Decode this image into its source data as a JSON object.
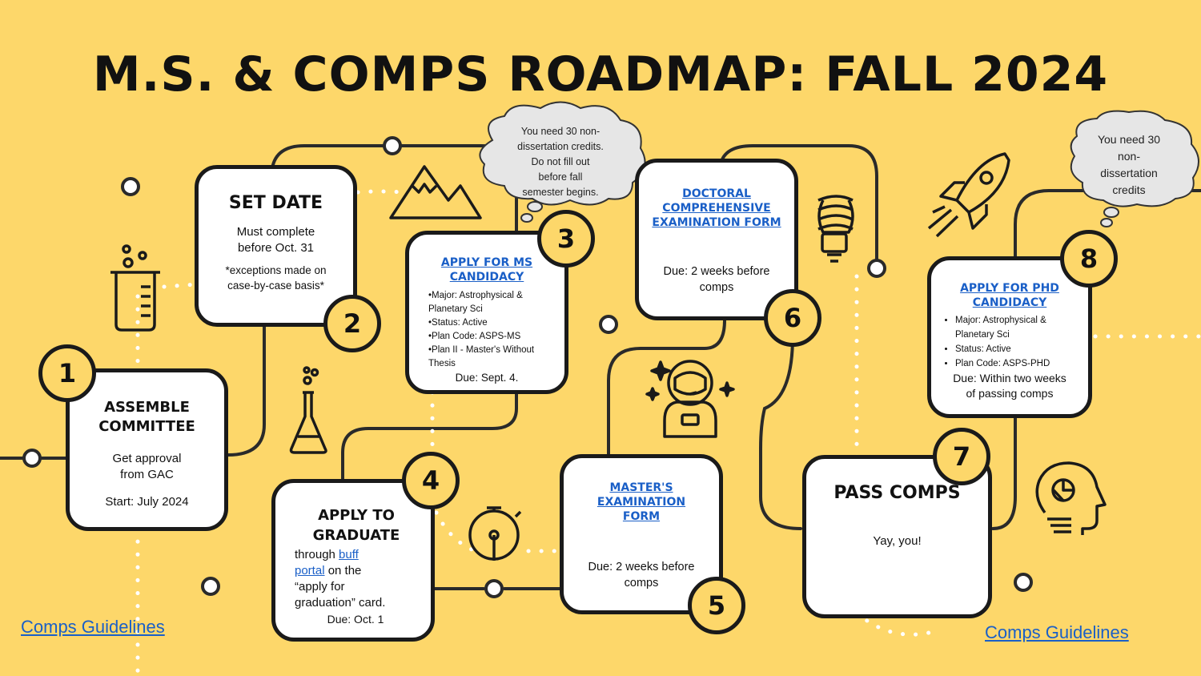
{
  "title": "M.S. & COMPS ROADMAP: FALL 2024",
  "colors": {
    "background": "#FDD76A",
    "link": "#1a5fc7",
    "line": "#2a2a2a"
  },
  "steps": [
    {
      "number": "1",
      "title": "ASSEMBLE COMMITTEE",
      "line1": "Get approval",
      "line2": "from GAC",
      "line3": "Start: July 2024"
    },
    {
      "number": "2",
      "title": "SET DATE",
      "line1": "Must complete",
      "line2": "before Oct. 31",
      "note1": "*exceptions made on",
      "note2": "case-by-case basis*"
    },
    {
      "number": "3",
      "link1": "APPLY FOR MS",
      "link2": "CANDIDACY",
      "items": [
        "•Major: Astrophysical &",
        "Planetary Sci",
        "•Status: Active",
        "•Plan Code: ASPS-MS",
        "•Plan II - Master's Without",
        "Thesis"
      ],
      "due": "Due: Sept. 4."
    },
    {
      "number": "4",
      "title1": "APPLY TO",
      "title2": "GRADUATE",
      "through": "through ",
      "link1": "buff",
      "link2": "portal",
      "rest1": " on the",
      "rest2": "“apply for",
      "rest3": "graduation” card.",
      "due": "Due: Oct. 1"
    },
    {
      "number": "5",
      "link1": "MASTER'S",
      "link2": "EXAMINATION",
      "link3": "FORM",
      "due1": "Due: 2 weeks before",
      "due2": "comps"
    },
    {
      "number": "6",
      "link1": "DOCTORAL",
      "link2": "COMPREHENSIVE",
      "link3": "EXAMINATION FORM",
      "due1": "Due: 2 weeks before",
      "due2": "comps"
    },
    {
      "number": "7",
      "title": "PASS COMPS",
      "body": "Yay, you!"
    },
    {
      "number": "8",
      "link1": "APPLY FOR PHD",
      "link2": "CANDIDACY",
      "items": [
        "Major: Astrophysical &",
        "Planetary Sci",
        "Status: Active",
        "Plan Code: ASPS-PHD"
      ],
      "due1": "Due: Within two weeks",
      "due2": "of passing comps"
    }
  ],
  "clouds": [
    {
      "lines": [
        "You need 30 non-",
        "dissertation credits.",
        "Do not fill out",
        "before fall",
        "semester begins."
      ]
    },
    {
      "lines": [
        "You need 30",
        "non-",
        "dissertation",
        "credits"
      ]
    }
  ],
  "links": {
    "left": "Comps Guidelines",
    "right": "Comps Guidelines"
  },
  "icons": [
    "beaker-icon",
    "flask-icon",
    "mountains-icon",
    "lightbulb-icon",
    "astronaut-icon",
    "stopwatch-icon",
    "rocket-icon",
    "head-icon"
  ]
}
